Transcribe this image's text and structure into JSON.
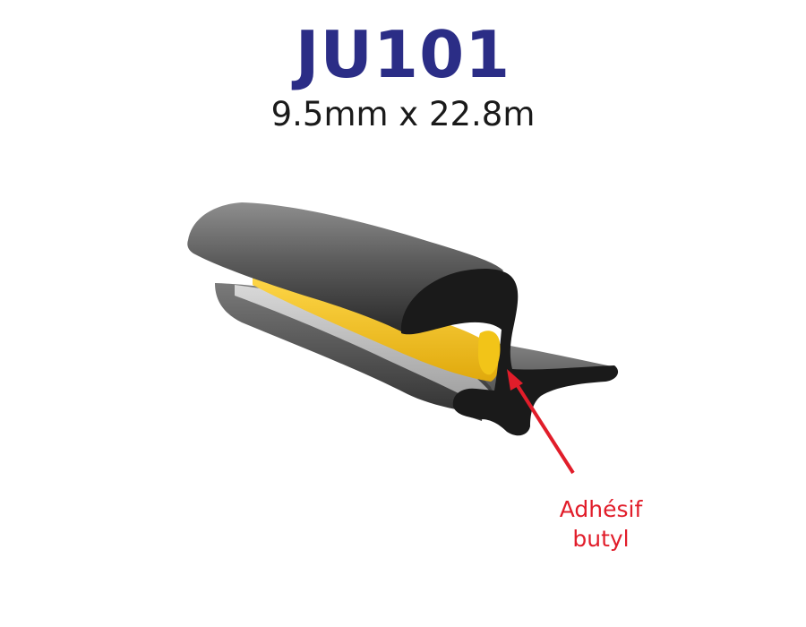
{
  "product": {
    "code": "JU101",
    "dimensions": "9.5mm x 22.8m"
  },
  "callout": {
    "line1": "Adhésif",
    "line2": "butyl"
  },
  "colors": {
    "title": "#2b2d86",
    "subtitle": "#1a1a1a",
    "callout": "#e11d2a",
    "arrow": "#e11d2a",
    "rubber": "#1a1a1a",
    "adhesive": "#f2c418"
  }
}
